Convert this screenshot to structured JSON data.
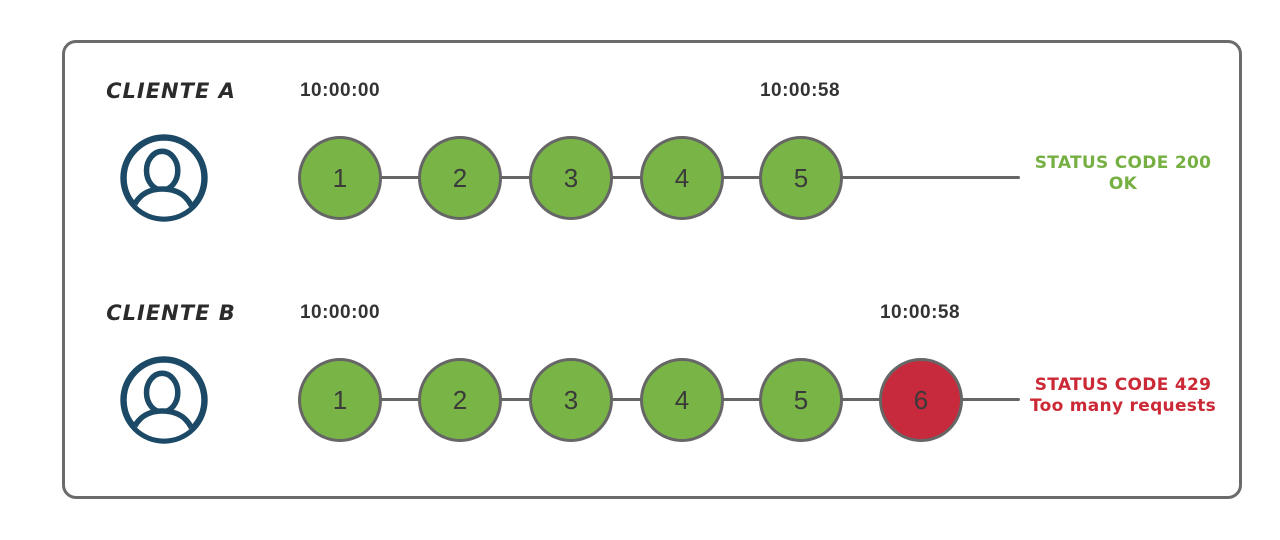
{
  "colors": {
    "ok_green": "#79b546",
    "blocked_red": "#c62a3c",
    "status_ok_text": "#76b043",
    "status_blocked_text": "#cc2936",
    "avatar_navy": "#1c4a66",
    "line_gray": "#666666",
    "border_gray": "#6b6b6b"
  },
  "rows": [
    {
      "client_label": "CLIENTE A",
      "start_time": "10:00:00",
      "end_time": "10:00:58",
      "requests": [
        {
          "label": "1",
          "status": "ok"
        },
        {
          "label": "2",
          "status": "ok"
        },
        {
          "label": "3",
          "status": "ok"
        },
        {
          "label": "4",
          "status": "ok"
        },
        {
          "label": "5",
          "status": "ok"
        }
      ],
      "status": {
        "line1": "STATUS CODE 200",
        "line2": "OK",
        "type": "ok"
      }
    },
    {
      "client_label": "CLIENTE B",
      "start_time": "10:00:00",
      "end_time": "10:00:58",
      "requests": [
        {
          "label": "1",
          "status": "ok"
        },
        {
          "label": "2",
          "status": "ok"
        },
        {
          "label": "3",
          "status": "ok"
        },
        {
          "label": "4",
          "status": "ok"
        },
        {
          "label": "5",
          "status": "ok"
        },
        {
          "label": "6",
          "status": "blocked"
        }
      ],
      "status": {
        "line1": "STATUS CODE 429",
        "line2": "Too many requests",
        "type": "blocked"
      }
    }
  ]
}
